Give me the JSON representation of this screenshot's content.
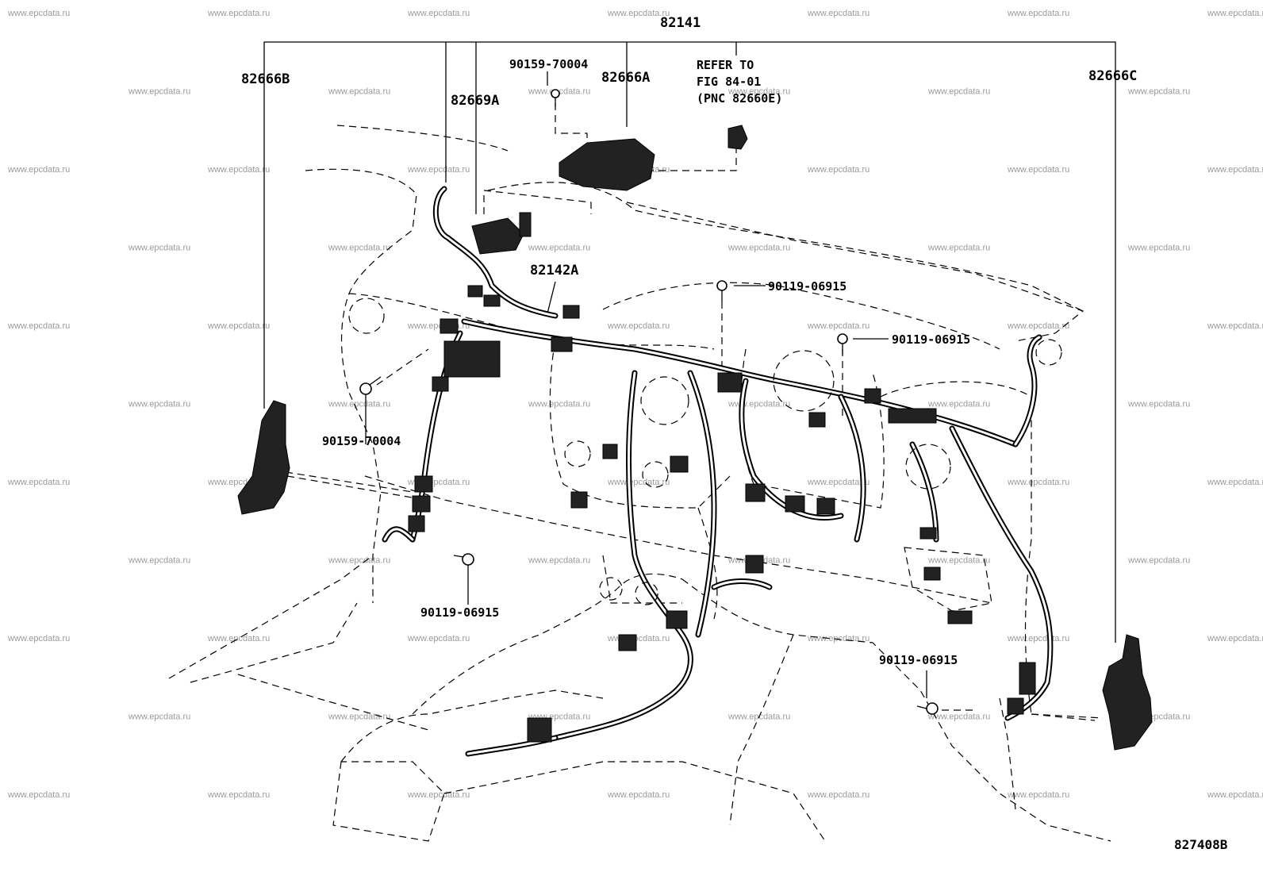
{
  "diagram": {
    "top_label": "82141",
    "labels": {
      "p82666b": "82666B",
      "p82669a": "82669A",
      "p90159_top": "90159-70004",
      "p82666a": "82666A",
      "refer_line1": "REFER TO",
      "refer_line2": "FIG 84-01",
      "refer_line3": "(PNC 82660E)",
      "p82666c": "82666C",
      "p82142a": "82142A",
      "p90119_a": "90119-06915",
      "p90119_b": "90119-06915",
      "p90159_left": "90159-70004",
      "p90119_c": "90119-06915",
      "p90119_d": "90119-06915"
    },
    "figure_number": "827408B"
  },
  "watermark": "www.epcdata.ru"
}
